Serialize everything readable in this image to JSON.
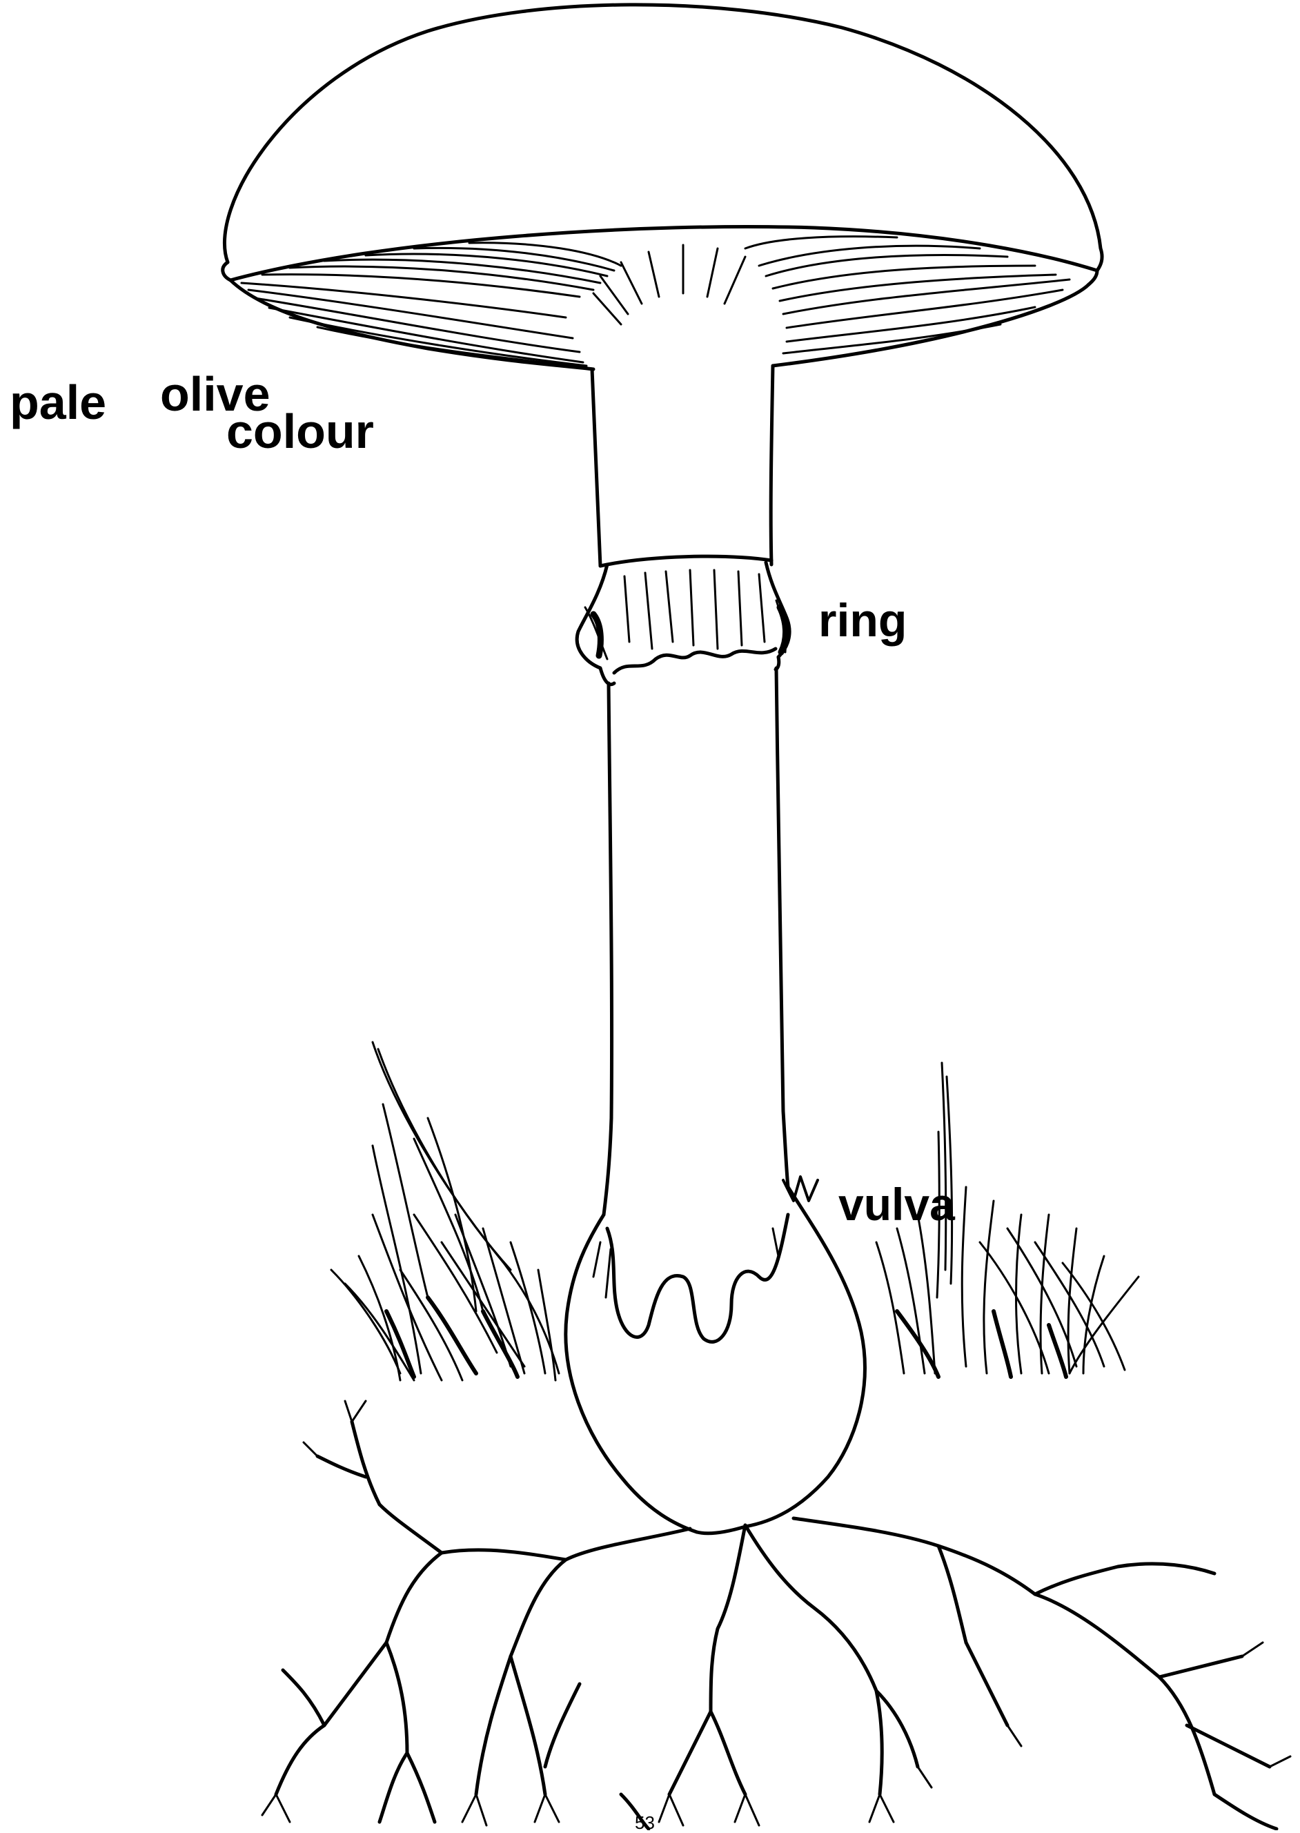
{
  "labels": {
    "pale": "pale",
    "olive": "olive",
    "colour": "colour",
    "ring": "ring",
    "vulva": "vulva"
  },
  "page_number": "53",
  "colors": {
    "ink": "#000000",
    "paper": "#ffffff"
  }
}
